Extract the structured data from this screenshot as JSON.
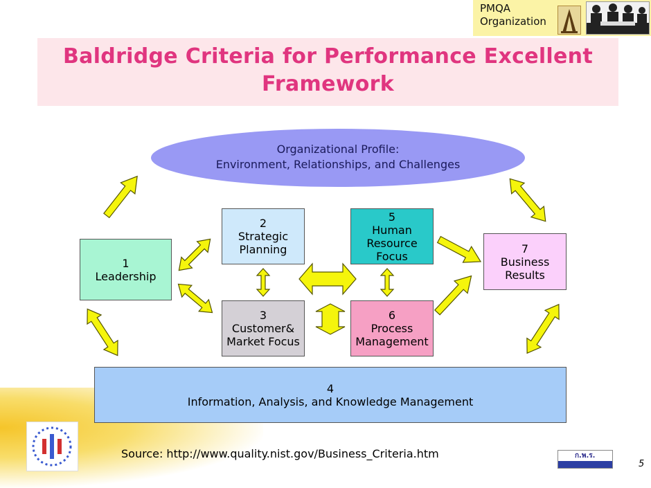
{
  "header": {
    "org_line1": "PMQA",
    "org_line2": "Organization",
    "title_line1": "Baldridge Criteria for Performance Excellent",
    "title_line2": "Framework"
  },
  "profile": {
    "line1": "Organizational Profile:",
    "line2": "Environment, Relationships, and Challenges"
  },
  "boxes": {
    "leadership": "1\nLeadership",
    "strategic": "2\nStrategic\nPlanning",
    "customer": "3\nCustomer&\nMarket Focus",
    "info": "4\nInformation, Analysis, and Knowledge Management",
    "hr": "5\nHuman\nResource\nFocus",
    "process": "6\nProcess\nManagement",
    "results": "7\nBusiness\nResults"
  },
  "colors": {
    "arrow_fill": "#f5f50c",
    "arrow_stroke": "#666600",
    "title_pink": "#e0357f",
    "ellipse_fill": "#9999f4"
  },
  "footer": {
    "source": "Source: http://www.quality.nist.gov/Business_Criteria.htm",
    "agency_label": "ก.พ.ร.",
    "page_number": "5"
  }
}
